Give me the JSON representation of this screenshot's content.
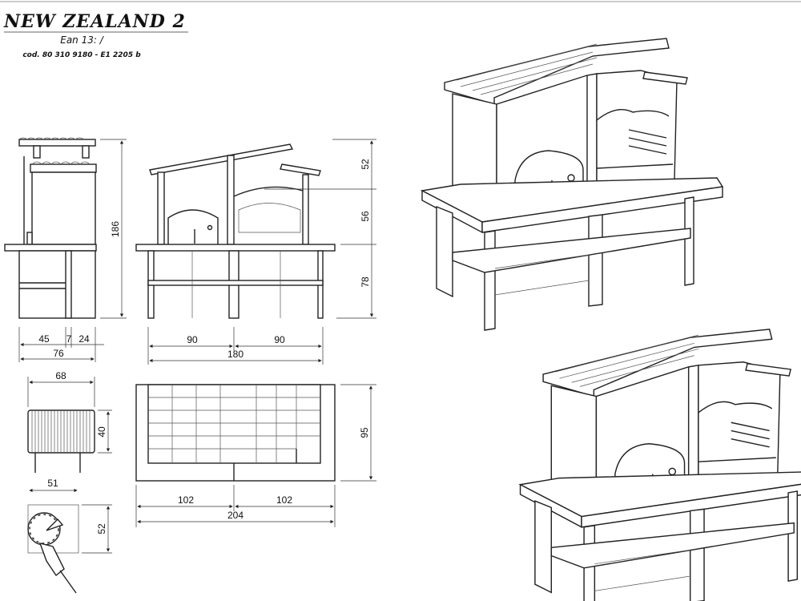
{
  "header": {
    "title": "NEW  ZEALAND  2",
    "ean": "Ean 13:  /",
    "code": "cod. 80 310 9180 - E1 2205 b"
  },
  "side_view": {
    "height": "186",
    "widths": [
      "45",
      "7",
      "24"
    ],
    "total_width": "76"
  },
  "front_view": {
    "heights": [
      "52",
      "56",
      "78"
    ],
    "widths": [
      "90",
      "90"
    ],
    "total_width": "180"
  },
  "grill": {
    "width": "68",
    "depth": "40",
    "leg_span": "51"
  },
  "rotisserie": {
    "height": "52"
  },
  "top_view": {
    "depth": "95",
    "widths": [
      "102",
      "102"
    ],
    "total_width": "204"
  }
}
